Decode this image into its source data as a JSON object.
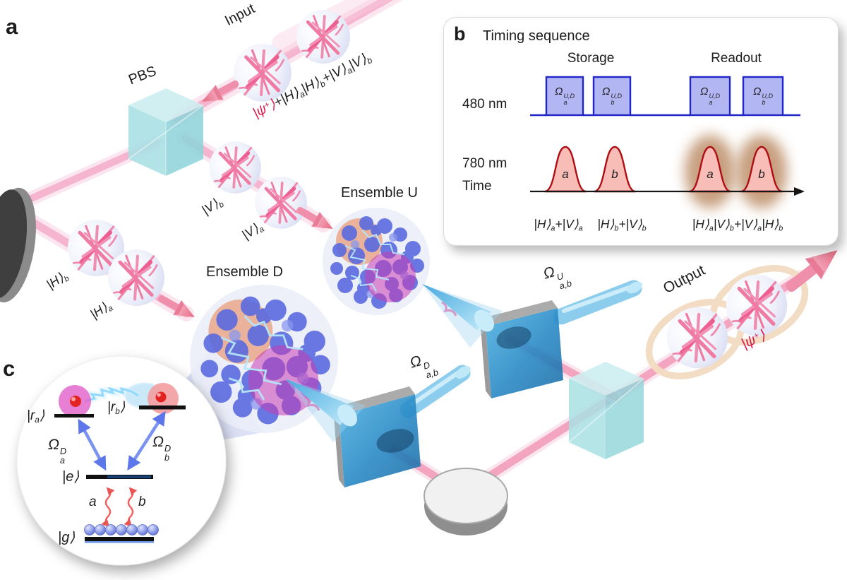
{
  "panel_a": {
    "label": "a",
    "input": "Input",
    "pbs": "PBS",
    "input_state_psi": "|ψ^{+}⟩",
    "input_state_rest": "+|H⟩_{a}|H⟩_{b}+|V⟩_{a}|V⟩_{b}",
    "v_b": "|V⟩_{b}",
    "v_a": "|V⟩_{a}",
    "h_b": "|H⟩_{b}",
    "h_a": "|H⟩_{a}",
    "ensemble_u": "Ensemble U",
    "ensemble_d": "Ensemble D",
    "omega_d": "Ω^{D}_{a,b}",
    "omega_u": "Ω^{U}_{a,b}",
    "output": "Output",
    "output_state": "|ψ^{+}⟩"
  },
  "panel_b": {
    "label": "b",
    "title": "Timing sequence",
    "storage": "Storage",
    "readout": "Readout",
    "row_480": "480 nm",
    "row_780": "780 nm",
    "time": "Time",
    "pulses_480": [
      "Ω^{U,D}_{a}",
      "Ω^{U,D}_{b}",
      "Ω^{U,D}_{a}",
      "Ω^{U,D}_{b}"
    ],
    "pulses_780": [
      "a",
      "b",
      "a",
      "b"
    ],
    "states": [
      "|H⟩_{a}+|V⟩_{a}",
      "|H⟩_{b}+|V⟩_{b}",
      "|H⟩_{a}|V⟩_{b}+|V⟩_{a}|H⟩_{b}"
    ]
  },
  "panel_c": {
    "label": "c",
    "r_a": "|r_{a}⟩",
    "r_b": "|r_{b}⟩",
    "omega_a": "Ω^{D}_{a}",
    "omega_b": "Ω^{D}_{b}",
    "e": "|e⟩",
    "a": "a",
    "b": "b",
    "g": "|g⟩"
  },
  "colors": {
    "beam_pink": "#f5a9c6",
    "state_red": "#d9184b",
    "pulse_480_fill": "#b2b6f3",
    "pulse_480_stroke": "#2026c8",
    "pulse_780_fill": "#f9bdb8",
    "pulse_780_stroke": "#ae0e12",
    "halo_tan": "#b9875f",
    "glass_teal": "#a9e0e4",
    "dichroic_blue": "#2e8fc7",
    "ensemble_atom_blue": "#5a6bdf",
    "entangle_loop_tan": "#f2dcc1"
  }
}
